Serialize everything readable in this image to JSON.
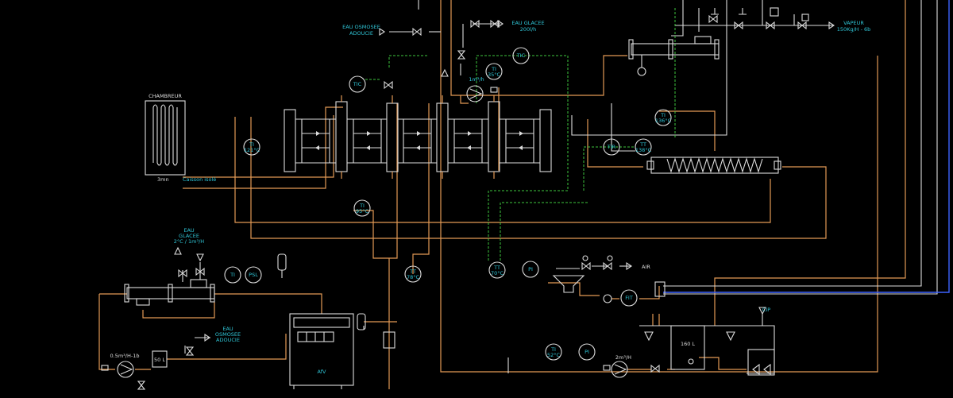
{
  "colors": {
    "background": "#000000",
    "product_line": "#e39a55",
    "utility_line": "#dcdcdc",
    "signal_line": "#3ec63e",
    "steam_line": "#3d63ff",
    "label": "#2fc5d6",
    "instrument": "#2fc5d6"
  },
  "labels": {
    "eau_osmosee_top": "EAU OSMOSEE",
    "adoucie_top": "ADOUCIE",
    "eau_glacee_top": "EAU GLACEE",
    "eau_glacee_top_flow": "200l/h",
    "vapeur": "VAPEUR",
    "vapeur_flow": "150Kg/H - 6b",
    "chambreur": "CHAMBREUR",
    "chambreur_time": "3mn",
    "caisson": "Caisson isolé",
    "pump_flow_top": "1m³/h",
    "eau_glacee_left": "EAU",
    "eau_glacee_left2": "GLACEE",
    "eau_glacee_left_spec": "2°C / 1m³/H",
    "eau_osmosee_bottom": "EAU",
    "osmosee_bottom": "OSMOSEE",
    "adoucie_bottom": "ADOUCIE",
    "pump_bottom_left": "0.5m³/H-1b",
    "tank_small": "50 L",
    "afv": "AfV",
    "air": "AIR",
    "tank_160": "160 L",
    "cip": "CIP",
    "pump_bottom_mid": "2m³/H"
  },
  "instruments": [
    {
      "id": "tic_left",
      "tag": "TIC",
      "val": ""
    },
    {
      "id": "ti_top",
      "tag": "TI",
      "val": "35°C"
    },
    {
      "id": "tic_top",
      "tag": "TIC",
      "val": ""
    },
    {
      "id": "ti_121",
      "tag": "TI",
      "val": "121°C"
    },
    {
      "id": "tir",
      "tag": "TIR",
      "val": ""
    },
    {
      "id": "tt_138",
      "tag": "TT",
      "val": "138°C"
    },
    {
      "id": "ti_136",
      "tag": "TI",
      "val": "136°C"
    },
    {
      "id": "ti_95",
      "tag": "TI",
      "val": "95°C"
    },
    {
      "id": "tt_78",
      "tag": "TT",
      "val": "78°C"
    },
    {
      "id": "tt_70",
      "tag": "TT",
      "val": "70°C"
    },
    {
      "id": "pi_mid",
      "tag": "PI",
      "val": ""
    },
    {
      "id": "fit",
      "tag": "FIT",
      "val": ""
    },
    {
      "id": "ti_left",
      "tag": "TI",
      "val": ""
    },
    {
      "id": "psl",
      "tag": "PSL",
      "val": ""
    },
    {
      "id": "ti_52",
      "tag": "TI",
      "val": "52°C"
    },
    {
      "id": "pi_bottom",
      "tag": "PI",
      "val": ""
    }
  ]
}
